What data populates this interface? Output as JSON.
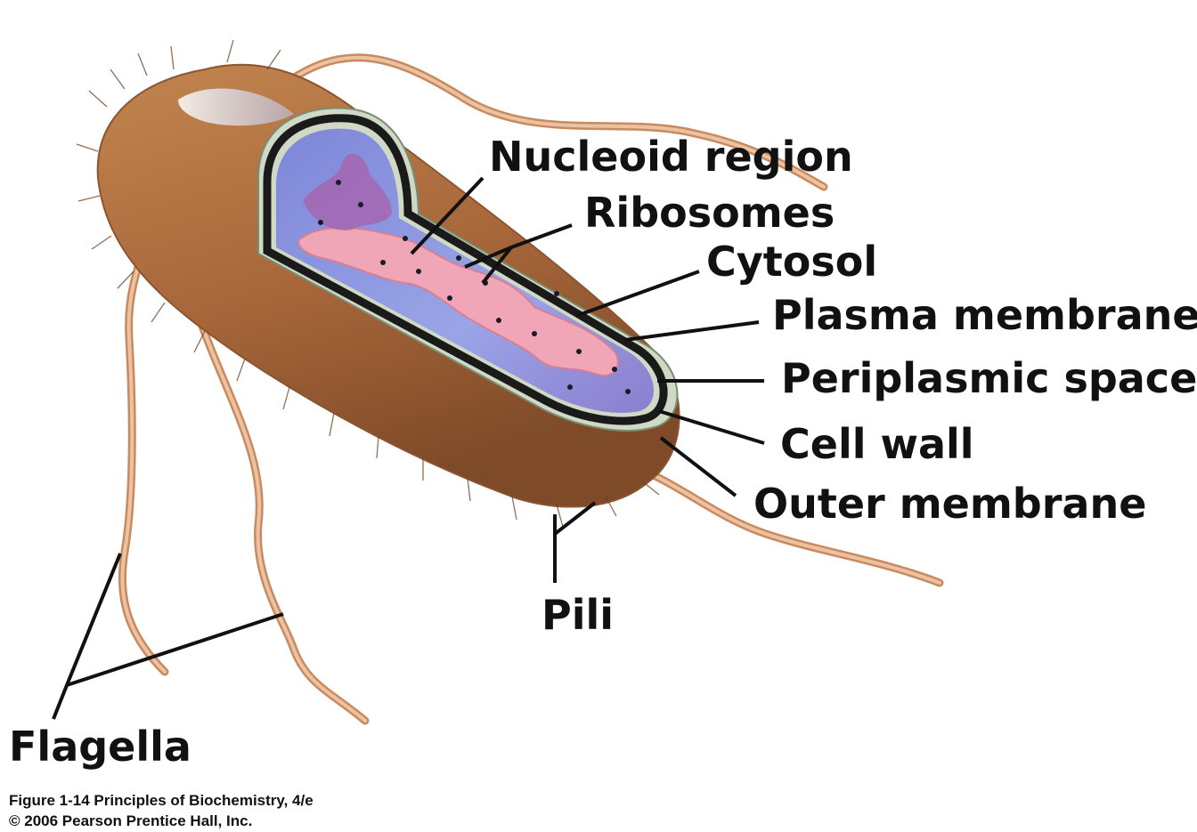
{
  "labels": {
    "nucleoid_region": "Nucleoid region",
    "ribosomes": "Ribosomes",
    "cytosol": "Cytosol",
    "plasma_membrane": "Plasma membrane",
    "periplasmic_space": "Periplasmic space",
    "cell_wall": "Cell wall",
    "outer_membrane": "Outer membrane",
    "pili": "Pili",
    "flagella": "Flagella"
  },
  "caption": {
    "line1": "Figure 1-14  Principles of Biochemistry, 4/e",
    "line2": "© 2006 Pearson Prentice Hall, Inc."
  },
  "colors": {
    "cell_surface": "#b0703c",
    "flagellum": "#d8a078",
    "cytosol": "#8f9ae0",
    "nucleoid": "#f0a6b6",
    "cell_wall": "#cfd9c6",
    "membrane": "#1a1a1a",
    "label_text": "#111111"
  }
}
